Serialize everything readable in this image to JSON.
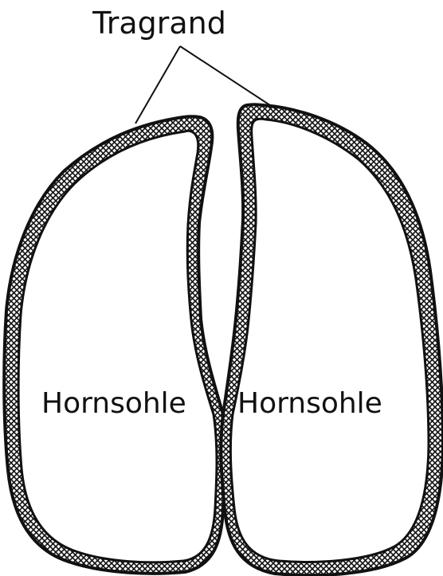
{
  "diagram": {
    "callout_label": "Tragrand",
    "left_claw_label": "Hornsohle",
    "right_claw_label": "Hornsohle"
  },
  "colors": {
    "ink": "#111111",
    "background": "#ffffff"
  }
}
